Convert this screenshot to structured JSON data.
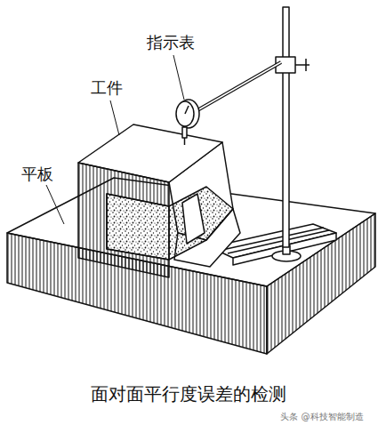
{
  "diagram": {
    "caption": "面对面平行度误差的检测",
    "labels": [
      "指示表",
      "工件",
      "平板",
      "头条 @科技智能制造"
    ]
  }
}
